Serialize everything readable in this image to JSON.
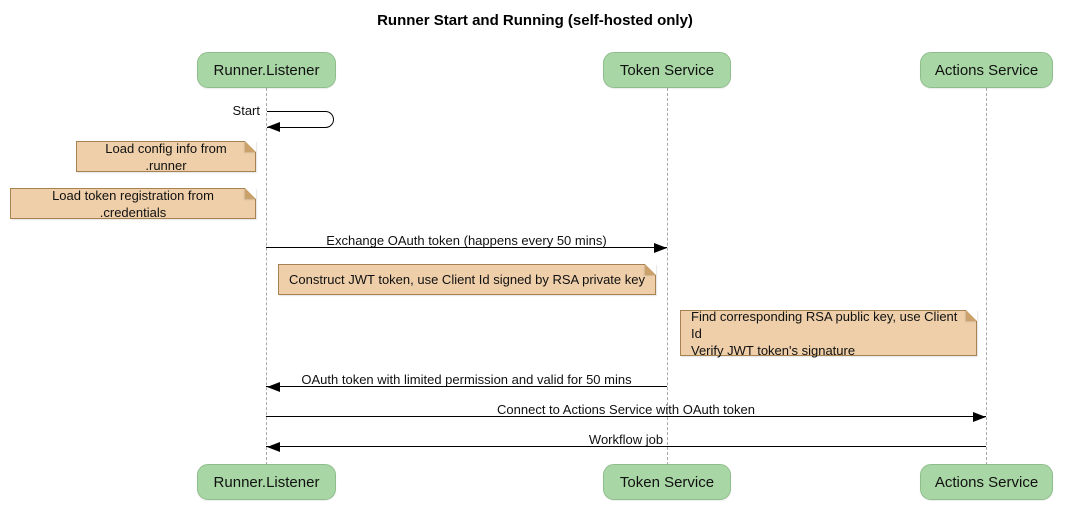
{
  "title": "Runner Start and Running (self-hosted only)",
  "participants": [
    {
      "name": "Runner.Listener"
    },
    {
      "name": "Token Service"
    },
    {
      "name": "Actions Service"
    }
  ],
  "messages": [
    {
      "label": "Start",
      "from": "Runner.Listener",
      "to": "Runner.Listener",
      "type": "self"
    },
    {
      "label": "Exchange OAuth token (happens every 50 mins)",
      "from": "Runner.Listener",
      "to": "Token Service",
      "type": "solid-arrow-right"
    },
    {
      "label": "OAuth token with limited permission and valid for 50 mins",
      "from": "Token Service",
      "to": "Runner.Listener",
      "type": "solid-arrow-left"
    },
    {
      "label": "Connect to Actions Service with OAuth token",
      "from": "Runner.Listener",
      "to": "Actions Service",
      "type": "solid-arrow-right"
    },
    {
      "label": "Workflow job",
      "from": "Actions Service",
      "to": "Runner.Listener",
      "type": "solid-arrow-left"
    }
  ],
  "notes": [
    {
      "text": "Load config info from .runner",
      "position": "left of Runner.Listener"
    },
    {
      "text": "Load token registration from .credentials",
      "position": "left of Runner.Listener"
    },
    {
      "text": "Construct JWT token, use Client Id signed by RSA private key",
      "position": "right of Runner.Listener"
    },
    {
      "lines": [
        "Find corresponding RSA public key, use Client Id",
        "Verify JWT token's signature"
      ],
      "position": "right of Token Service"
    }
  ],
  "colors": {
    "participant_fill": "#a8d7a5",
    "participant_border": "#8fbe8c",
    "note_fill": "#eecfa9",
    "note_border": "#a5824f",
    "lifeline": "#a9a9a9",
    "arrow": "#000000",
    "background": "#ffffff"
  }
}
